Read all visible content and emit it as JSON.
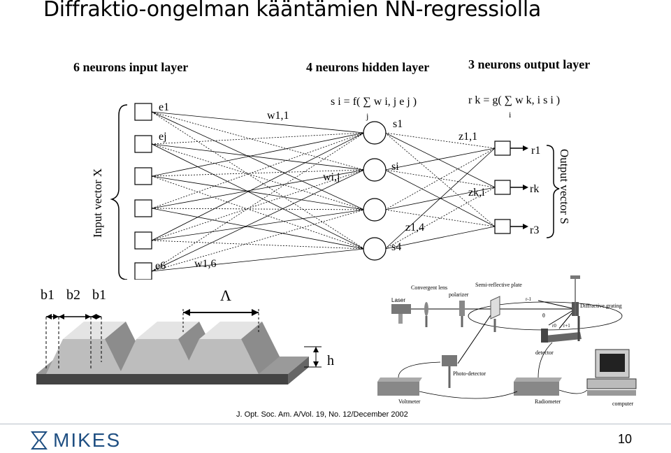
{
  "title": "Diffraktio-ongelman kääntämien NN-regressiolla",
  "network": {
    "input_header": "6 neurons input layer",
    "hidden_header": "4 neurons hidden layer",
    "output_header": "3 neurons output layer",
    "input_vector_label": "Input vector X",
    "output_vector_label": "Output vector S",
    "hidden_eq": "s i = f( ∑ w i, j e j )",
    "hidden_eq_index": "j",
    "output_eq": "r k = g( ∑ w k, i s i )",
    "output_eq_index": "i",
    "labels": {
      "e1": "e1",
      "ej": "ej",
      "e6": "e6",
      "w11": "w1,1",
      "wij": "wi,j",
      "w16": "w1,6",
      "s1": "s1",
      "si": "si",
      "s4": "s4",
      "z11": "z1,1",
      "zki": "zk,i",
      "z14": "z1,4",
      "r1": "r1",
      "rk": "rk",
      "r3": "r3"
    }
  },
  "grating": {
    "b1_left": "b1",
    "b2": "b2",
    "b1_right": "b1",
    "lambda": "Λ",
    "h": "h"
  },
  "apparatus": {
    "laser": "Laser",
    "lens": "Convergent lens",
    "polarizer": "polarizer",
    "plate": "Semi-reflective plate",
    "grating": "Diffractive grating",
    "detector": "detector",
    "photodetector": "Photo-detector",
    "voltmeter": "Voltmeter",
    "radiometer": "Radiometer",
    "computer": "computer",
    "r_minus1": "r-1",
    "theta": "θ",
    "r0": "r0",
    "r_plus1": "r+1"
  },
  "citation": "J. Opt. Soc. Am. A/Vol. 19, No. 12/December 2002",
  "footer": {
    "logo_text": "MIKES",
    "page_number": "10"
  },
  "colors": {
    "logo": "#1f4f82",
    "footer_line": "#b8c0c8"
  }
}
